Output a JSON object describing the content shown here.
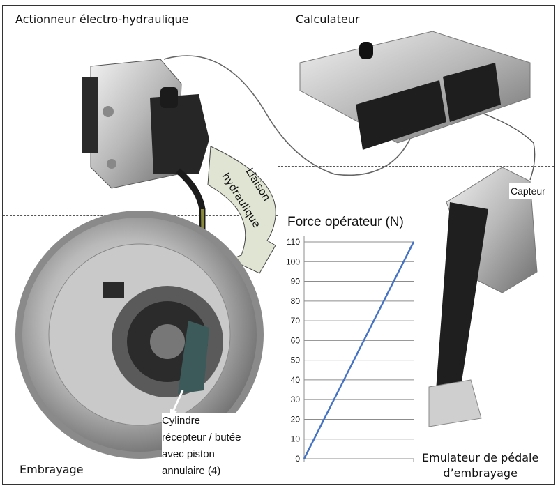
{
  "labels": {
    "actuator": "Actionneur électro-hydraulique",
    "ecu": "Calculateur",
    "hydraulic_link_line1": "Liaison",
    "hydraulic_link_line2": "hydraulique",
    "sensor": "Capteur",
    "clutch": "Embrayage",
    "slave_cylinder": [
      "Cylindre",
      "récepteur / butée",
      "avec piston",
      "annulaire (4)"
    ],
    "pedal_emulator_line1": "Emulateur de pédale",
    "pedal_emulator_line2": "d’embrayage"
  },
  "colors": {
    "line": "#4472c4",
    "arrow_fill": "#dfe4d3",
    "metal_light": "#d6d6d6",
    "metal_dark": "#5a5a5a",
    "black_part": "#1e1e1e"
  },
  "chart_data": {
    "type": "line",
    "title": "Force opérateur (N)",
    "xlabel": "",
    "ylabel": "Force opérateur (N)",
    "ylim": [
      0,
      110
    ],
    "yticks": [
      0,
      10,
      20,
      30,
      40,
      50,
      60,
      70,
      80,
      90,
      100,
      110
    ],
    "grid": true,
    "x": [
      0,
      1
    ],
    "series": [
      {
        "name": "Force",
        "values": [
          0,
          110
        ]
      }
    ]
  }
}
